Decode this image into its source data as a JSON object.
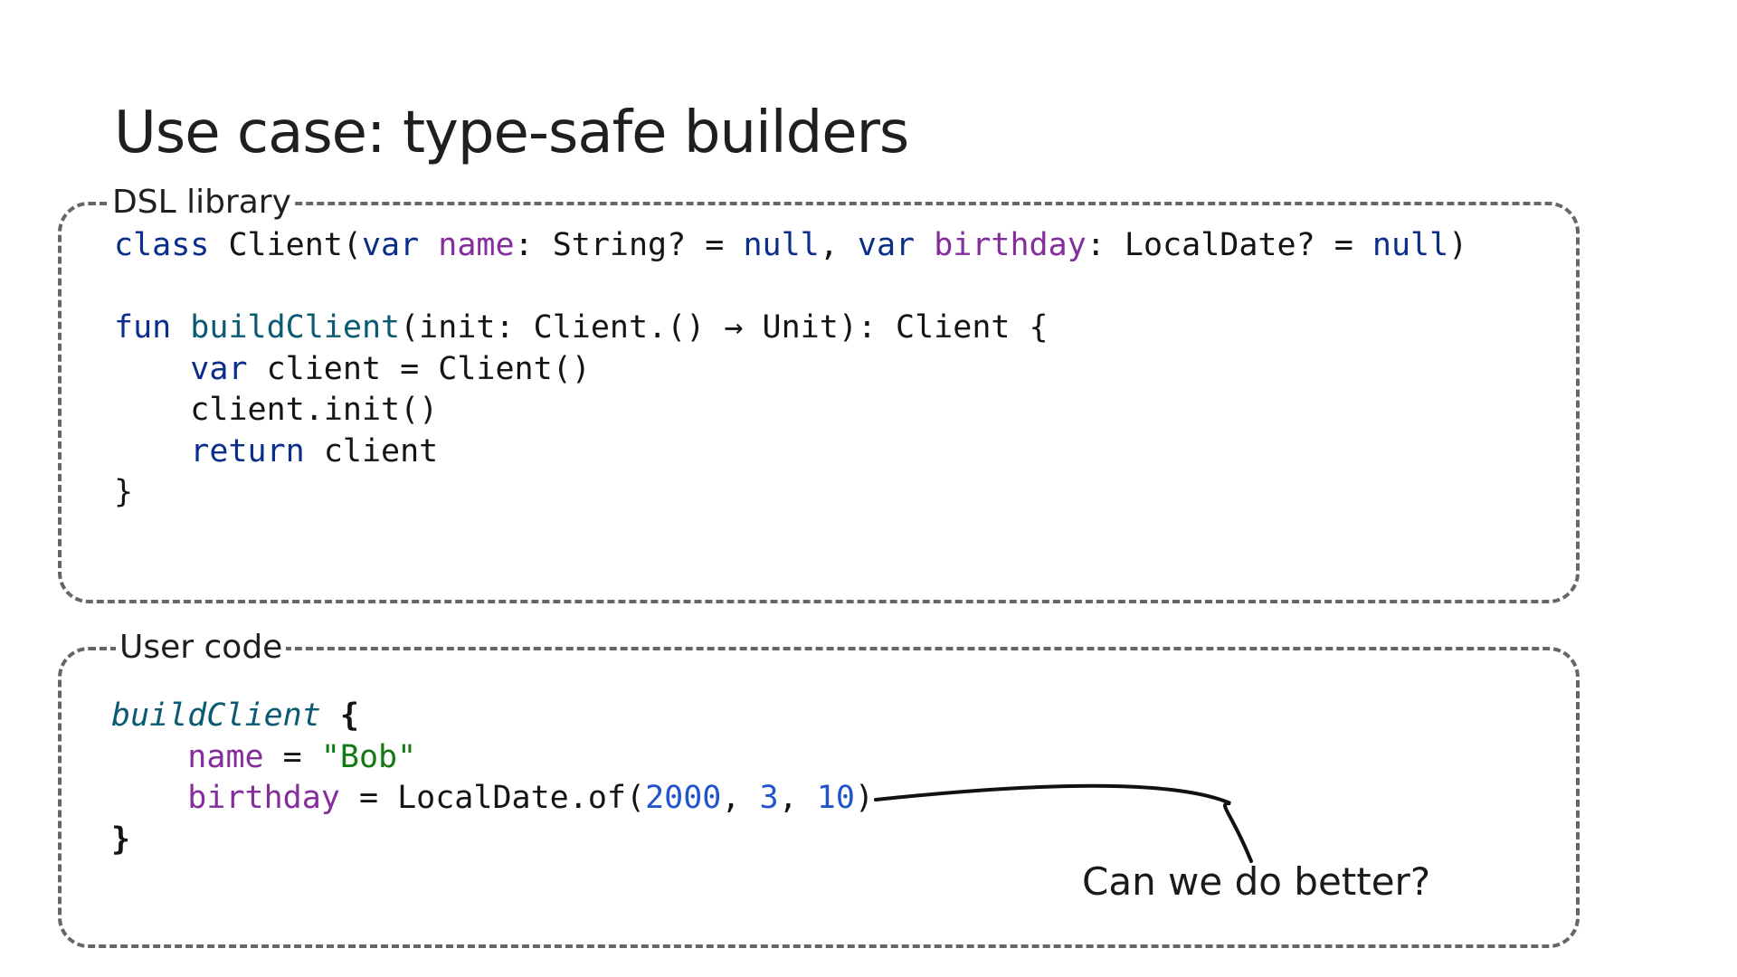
{
  "slide": {
    "title": "Use case: type-safe builders",
    "callout": "Can we do better?"
  },
  "panels": {
    "library_label": "DSL library",
    "user_label": "User code"
  },
  "tokens": {
    "class": "class",
    "Client": "Client",
    "var": "var",
    "name": "name",
    "birthday": "birthday",
    "String": "String",
    "LocalDate": "LocalDate",
    "null": "null",
    "fun": "fun",
    "buildClient": "buildClient",
    "init": "init",
    "arrow": "→",
    "Unit": "Unit",
    "client": "client",
    "return": "return",
    "bob": "\"Bob\"",
    "of": "of",
    "year": "2000",
    "month": "3",
    "day": "10"
  }
}
